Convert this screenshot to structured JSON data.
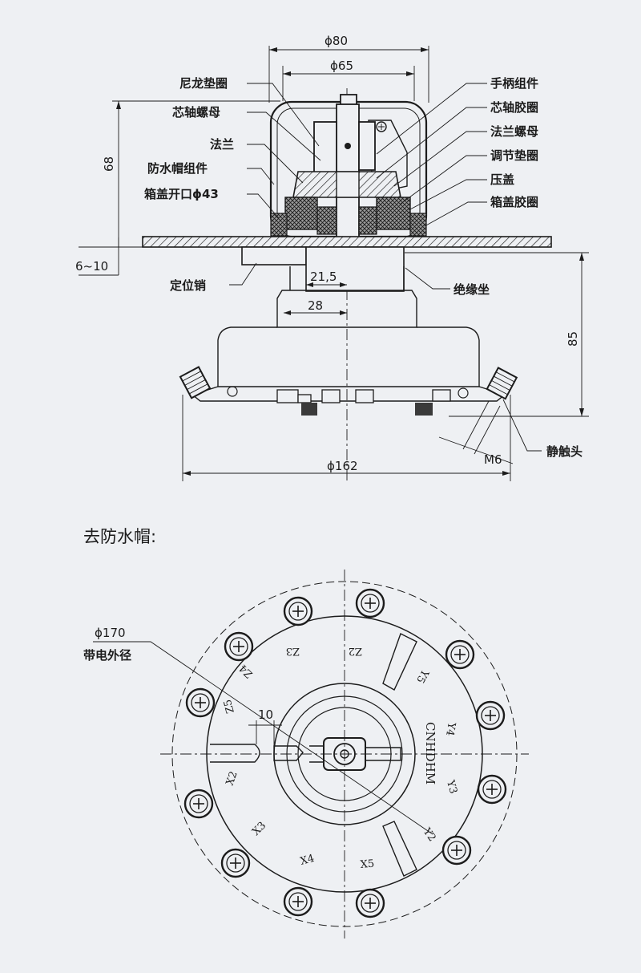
{
  "side_view": {
    "dimensions": {
      "d80": "ϕ80",
      "d65": "ϕ65",
      "h68": "68",
      "gap": "6~10",
      "d21": "21,5",
      "d28": "28",
      "h85": "85",
      "d162": "ϕ162",
      "m6": "M6"
    },
    "left_labels": [
      "尼龙垫圈",
      "芯轴螺母",
      "法兰",
      "防水帽组件",
      "箱盖开口ϕ43"
    ],
    "right_labels": [
      "手柄组件",
      "芯轴胶圈",
      "法兰螺母",
      "调节垫圈",
      "压盖",
      "箱盖胶圈"
    ],
    "pin_label": "定位销",
    "insulator_label": "绝缘坐",
    "contact_label": "静触头"
  },
  "top_view": {
    "heading": "去防水帽:",
    "outer_diameter": "ϕ170",
    "outer_caption": "带电外径",
    "width_dim": "10",
    "model_text": "CNHDHM",
    "terminals": [
      "Z3",
      "Z2",
      "Z4",
      "Y5",
      "Z5",
      "Y4",
      "X2",
      "Y3",
      "X3",
      "Y2",
      "X4",
      "X5"
    ]
  }
}
